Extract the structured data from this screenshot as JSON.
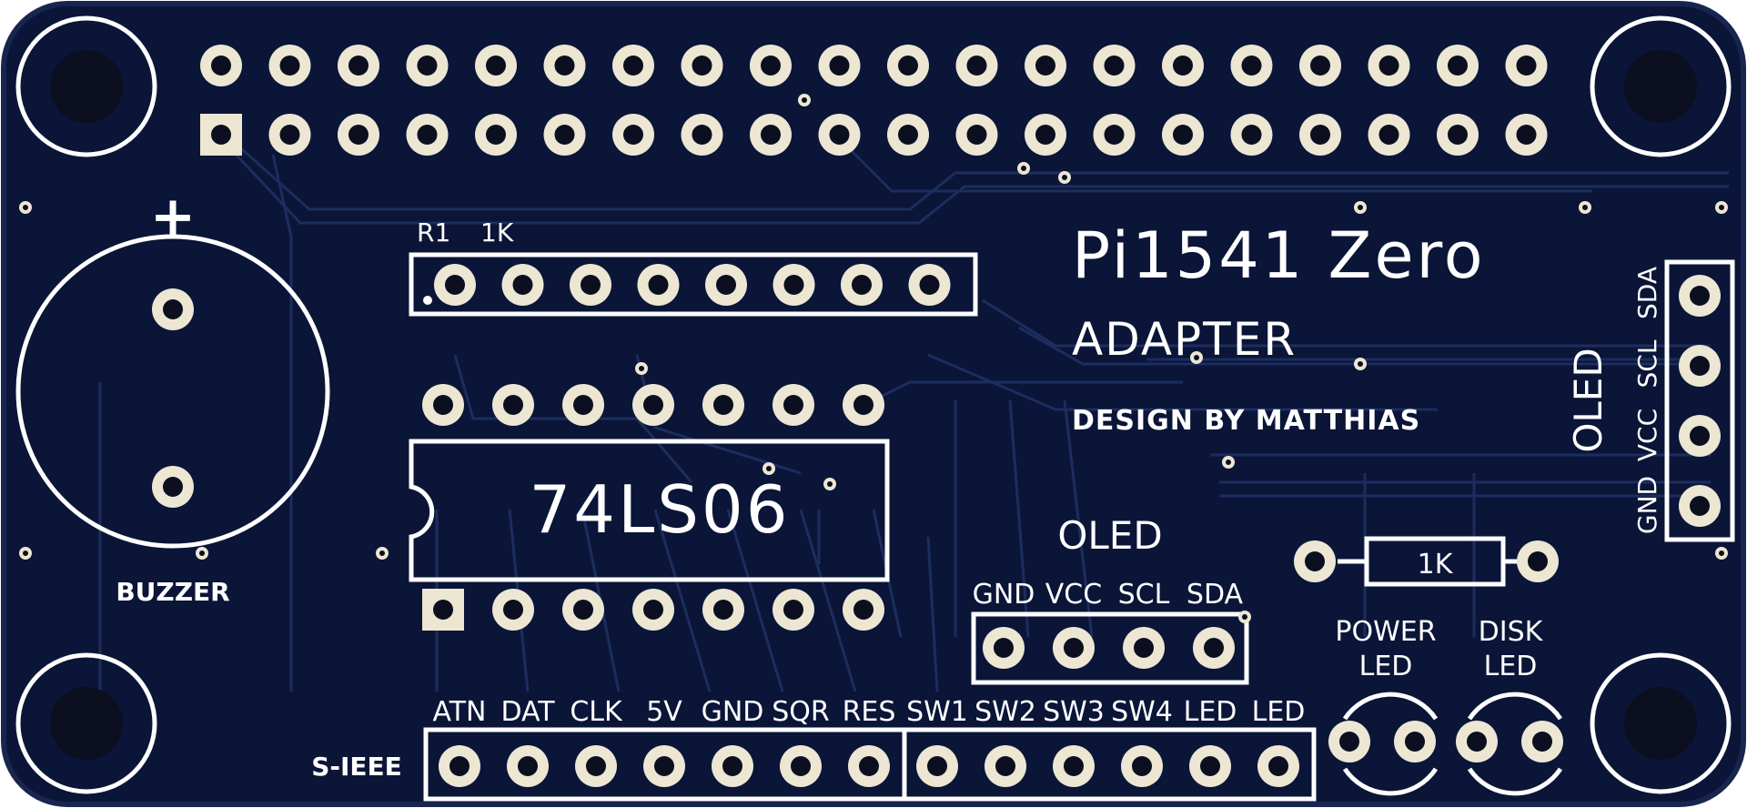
{
  "colors": {
    "board": "#0a1538",
    "board_edge": "#18254f",
    "trace": "#1c2d5e",
    "silk": "#ffffff",
    "pad": "#ece6d3",
    "hole": "#0b0f1f"
  },
  "board": {
    "title": "Pi1541 Zero",
    "subtitle": "ADAPTER",
    "credit": "DESIGN BY MATTHIAS"
  },
  "header_gpio": {
    "label": ""
  },
  "buzzer": {
    "plus": "+",
    "label": "BUZZER"
  },
  "resistor_array": {
    "ref": "R1",
    "value": "1K"
  },
  "ic": {
    "label": "74LS06"
  },
  "oled_bottom": {
    "title": "OLED",
    "pins": [
      "GND",
      "VCC",
      "SCL",
      "SDA"
    ]
  },
  "oled_right": {
    "title": "OLED",
    "pins": [
      "GND",
      "VCC",
      "SCL",
      "SDA"
    ]
  },
  "resistor_single": {
    "value": "1K"
  },
  "leds": {
    "power_line1": "POWER",
    "power_line2": "LED",
    "disk_line1": "DISK",
    "disk_line2": "LED"
  },
  "connector_bus": {
    "name": "S-IEEE",
    "pins": [
      "ATN",
      "DAT",
      "CLK",
      "5V",
      "GND",
      "SQR",
      "RES"
    ]
  },
  "connector_switch": {
    "pins": [
      "SW1",
      "SW2",
      "SW3",
      "SW4",
      "LED",
      "LED"
    ]
  }
}
